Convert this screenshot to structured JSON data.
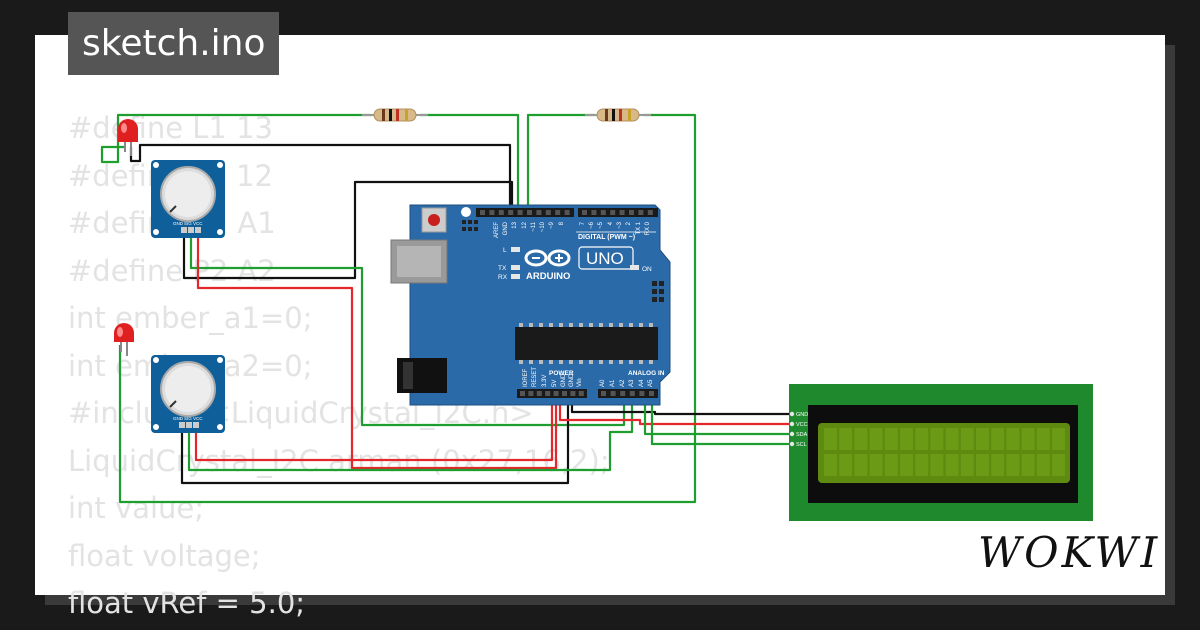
{
  "title": "sketch.ino",
  "brand": "WOKWI",
  "code_lines": [
    "#define L1 13",
    "#define L2 12",
    "#define P1 A1",
    "#define P2 A2",
    "int ember_a1=0;",
    "int ember_a2=0;",
    "#include <LiquidCrystal_I2C.h>",
    "LiquidCrystal_I2C arman (0x27,16,2);",
    "int value;",
    "float voltage;",
    "float vRef = 5.0;"
  ],
  "arduino": {
    "board_name": "UNO",
    "brand": "ARDUINO",
    "digital_label": "DIGITAL (PWM ~)",
    "power_label": "POWER",
    "analog_label": "ANALOG IN",
    "on_label": "ON",
    "led_labels": [
      "L",
      "TX",
      "RX"
    ],
    "top_pins": [
      "AREF",
      "GND",
      "13",
      "12",
      "~11",
      "~10",
      "~9",
      "8",
      "7",
      "~6",
      "~5",
      "4",
      "~3",
      "2",
      "TX 1",
      "RX 0"
    ],
    "bottom_pins": [
      "IOREF",
      "RESET",
      "3.3V",
      "5V",
      "GND",
      "GND",
      "Vin",
      "A0",
      "A1",
      "A2",
      "A3",
      "A4",
      "A5"
    ]
  },
  "potentiometer": {
    "pins": [
      "GND",
      "SIG",
      "VCC"
    ]
  },
  "lcd": {
    "pins": [
      "GND",
      "VCC",
      "SDA",
      "SCL"
    ]
  },
  "colors": {
    "board": "#2b6aa8",
    "wire_green": "#1e9e2f",
    "wire_black": "#111111",
    "wire_red": "#e3272b",
    "lcd_pcb": "#1f8a2d",
    "lcd_screen": "#5e8a10",
    "led": "#e02020"
  }
}
